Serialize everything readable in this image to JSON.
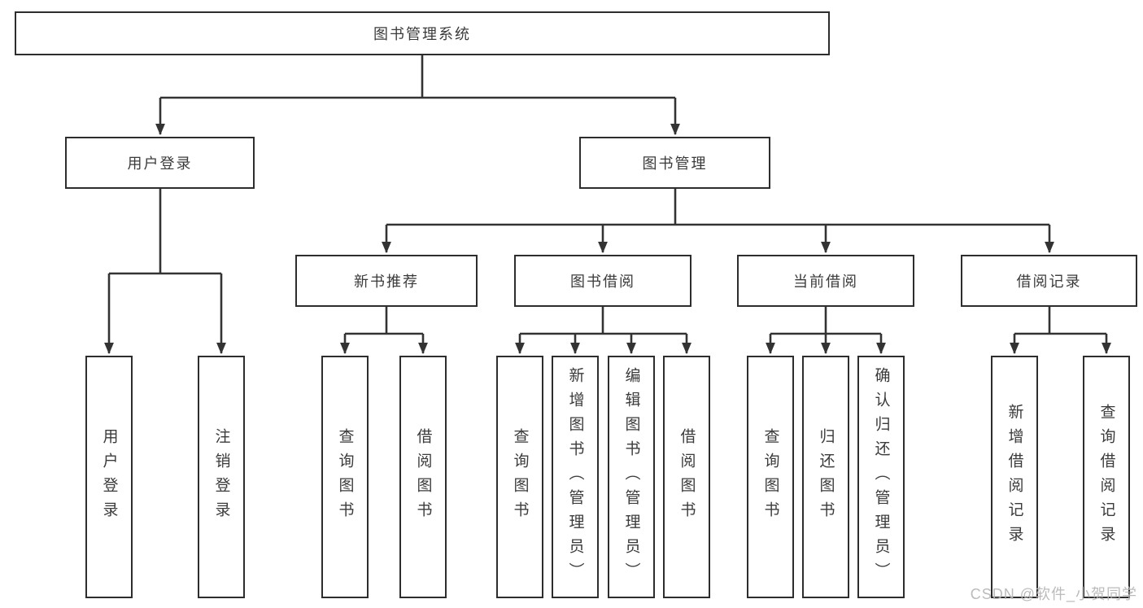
{
  "tree": {
    "label": "图书管理系统",
    "children": [
      {
        "label": "用户登录",
        "children": [
          {
            "label": "用户登录"
          },
          {
            "label": "注销登录"
          }
        ]
      },
      {
        "label": "图书管理",
        "children": [
          {
            "label": "新书推荐",
            "children": [
              {
                "label": "查询图书"
              },
              {
                "label": "借阅图书"
              }
            ]
          },
          {
            "label": "图书借阅",
            "children": [
              {
                "label": "查询图书"
              },
              {
                "label": "新增图书（管理员）"
              },
              {
                "label": "编辑图书（管理员）"
              },
              {
                "label": "借阅图书"
              }
            ]
          },
          {
            "label": "当前借阅",
            "children": [
              {
                "label": "查询图书"
              },
              {
                "label": "归还图书"
              },
              {
                "label": "确认归还（管理员）"
              }
            ]
          },
          {
            "label": "借阅记录",
            "children": [
              {
                "label": "新增借阅记录"
              },
              {
                "label": "查询借阅记录"
              }
            ]
          }
        ]
      }
    ]
  },
  "watermark": {
    "text": "CSDN @软件_小贺同学"
  },
  "colors": {
    "line": "#333333",
    "box_border": "#2d2d2d",
    "box_fill": "#ffffff",
    "text": "#3b3b3b",
    "watermark": "#b9b7b7"
  }
}
